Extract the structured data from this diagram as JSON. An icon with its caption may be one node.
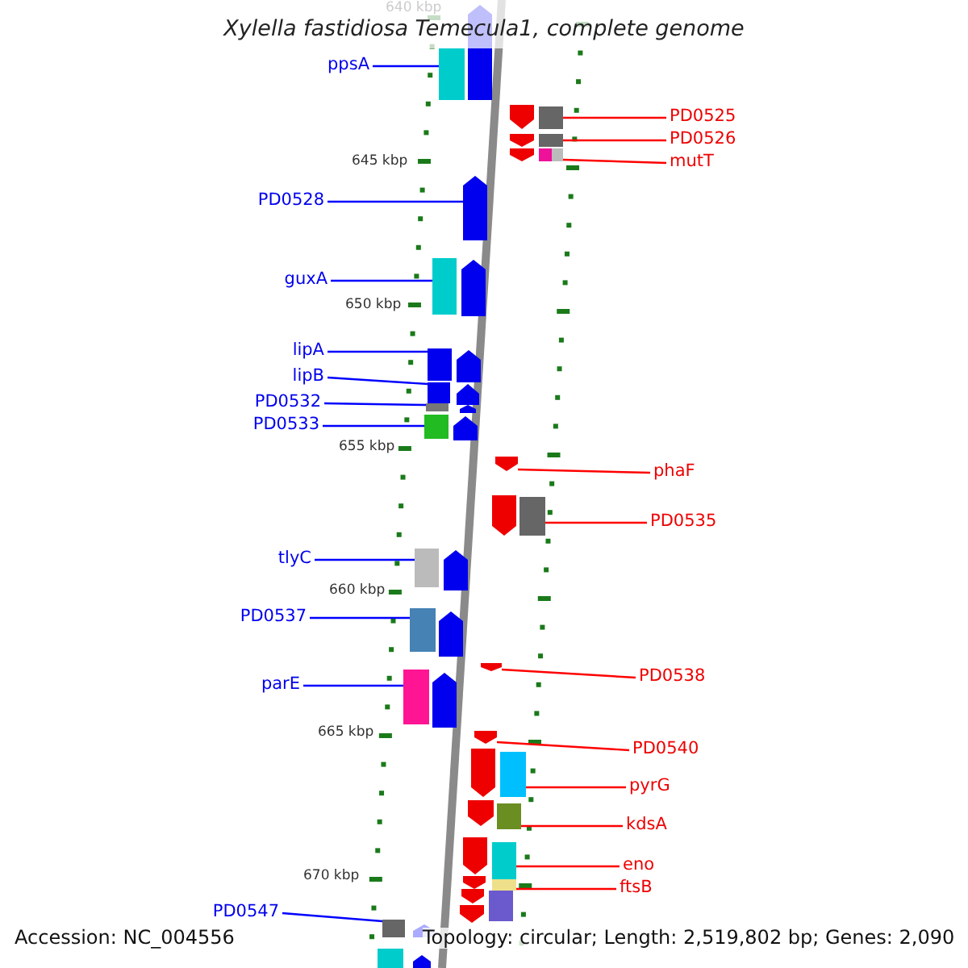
{
  "diagram": {
    "title": "Xylella fastidiosa Temecula1, complete genome",
    "nodes": [
      {
        "text": [
          "ppsA"
        ]
      },
      {
        "text": [
          "PD0525"
        ]
      },
      {
        "text": [
          "PD0526"
        ]
      },
      {
        "text": [
          "mutT"
        ]
      },
      {
        "text": [
          "PD0528"
        ]
      },
      {
        "text": [
          "guxA"
        ]
      },
      {
        "text": [
          "lipA"
        ]
      },
      {
        "text": [
          "lipB"
        ]
      },
      {
        "text": [
          "PD0532"
        ]
      },
      {
        "text": [
          "PD0533"
        ]
      },
      {
        "text": [
          "phaF"
        ]
      },
      {
        "text": [
          "PD0535"
        ]
      },
      {
        "text": [
          "tlyC"
        ]
      },
      {
        "text": [
          "PD0537"
        ]
      },
      {
        "text": [
          "PD0538"
        ]
      },
      {
        "text": [
          "parE"
        ]
      },
      {
        "text": [
          "PD0540"
        ]
      },
      {
        "text": [
          "pyrG"
        ]
      },
      {
        "text": [
          "kdsA"
        ]
      },
      {
        "text": [
          "eno"
        ]
      },
      {
        "text": [
          "ftsB"
        ]
      },
      {
        "text": [
          "PD0547"
        ]
      },
      {
        "text": [],
        "shape": "bar"
      },
      {
        "text": [],
        "shape": "bar"
      },
      {
        "text": [],
        "shape": "bar"
      },
      {
        "text": [],
        "shape": "bar"
      },
      {
        "text": [],
        "shape": "bar"
      },
      {
        "text": [],
        "shape": "bar"
      },
      {
        "text": [],
        "shape": "bar"
      },
      {
        "text": [],
        "shape": "bar"
      },
      {
        "text": [],
        "shape": "bar"
      },
      {
        "text": [],
        "shape": "bar"
      },
      {
        "text": [],
        "shape": "bar"
      },
      {
        "text": [],
        "shape": "bar"
      },
      {
        "text": [],
        "shape": "bar"
      },
      {
        "text": [],
        "shape": "bar"
      },
      {
        "text": [],
        "shape": "bar"
      },
      {
        "text": [],
        "shape": "bar"
      },
      {
        "text": [],
        "shape": "bar"
      },
      {
        "text": [],
        "shape": "bar"
      },
      {
        "text": [],
        "shape": "bar"
      },
      {
        "text": [],
        "shape": "bar"
      },
      {
        "text": [],
        "shape": "bar"
      },
      {
        "text": [],
        "shape": "bar"
      }
    ],
    "edges": [
      {
        "from": 0,
        "to": 22,
        "arrow": "none",
        "color": "#0000ff"
      },
      {
        "from": 1,
        "to": 23,
        "arrow": "none",
        "color": "#ff0000"
      },
      {
        "from": 2,
        "to": 24,
        "arrow": "none",
        "color": "#ff0000"
      },
      {
        "from": 3,
        "to": 25,
        "arrow": "none",
        "color": "#ff0000"
      },
      {
        "from": 4,
        "to": 26,
        "arrow": "none",
        "color": "#0000ff"
      },
      {
        "from": 5,
        "to": 27,
        "arrow": "none",
        "color": "#0000ff"
      },
      {
        "from": 6,
        "to": 28,
        "arrow": "none",
        "color": "#0000ff"
      },
      {
        "from": 7,
        "to": 29,
        "arrow": "none",
        "color": "#0000ff"
      },
      {
        "from": 8,
        "to": 30,
        "arrow": "none",
        "color": "#0000ff"
      },
      {
        "from": 9,
        "to": 31,
        "arrow": "none",
        "color": "#0000ff"
      },
      {
        "from": 10,
        "to": 32,
        "arrow": "none",
        "color": "#ff0000"
      },
      {
        "from": 11,
        "to": 33,
        "arrow": "none",
        "color": "#ff0000"
      },
      {
        "from": 12,
        "to": 34,
        "arrow": "none",
        "color": "#0000ff"
      },
      {
        "from": 13,
        "to": 35,
        "arrow": "none",
        "color": "#0000ff"
      },
      {
        "from": 14,
        "to": 36,
        "arrow": "none",
        "color": "#ff0000"
      },
      {
        "from": 15,
        "to": 37,
        "arrow": "none",
        "color": "#0000ff"
      },
      {
        "from": 16,
        "to": 38,
        "arrow": "none",
        "color": "#ff0000"
      },
      {
        "from": 17,
        "to": 39,
        "arrow": "none",
        "color": "#ff0000"
      },
      {
        "from": 18,
        "to": 40,
        "arrow": "none",
        "color": "#ff0000"
      },
      {
        "from": 19,
        "to": 41,
        "arrow": "none",
        "color": "#ff0000"
      },
      {
        "from": 20,
        "to": 42,
        "arrow": "none",
        "color": "#ff0000"
      },
      {
        "from": 21,
        "to": 43,
        "arrow": "none",
        "color": "#0000ff"
      }
    ],
    "labels": [
      "640 kbp",
      "645 kbp",
      "650 kbp",
      "655 kbp",
      "660 kbp",
      "665 kbp",
      "670 kbp",
      "Accession: NC_004556",
      "Topology: circular; Length: 2,519,802 bp; Genes: 2,090"
    ]
  }
}
